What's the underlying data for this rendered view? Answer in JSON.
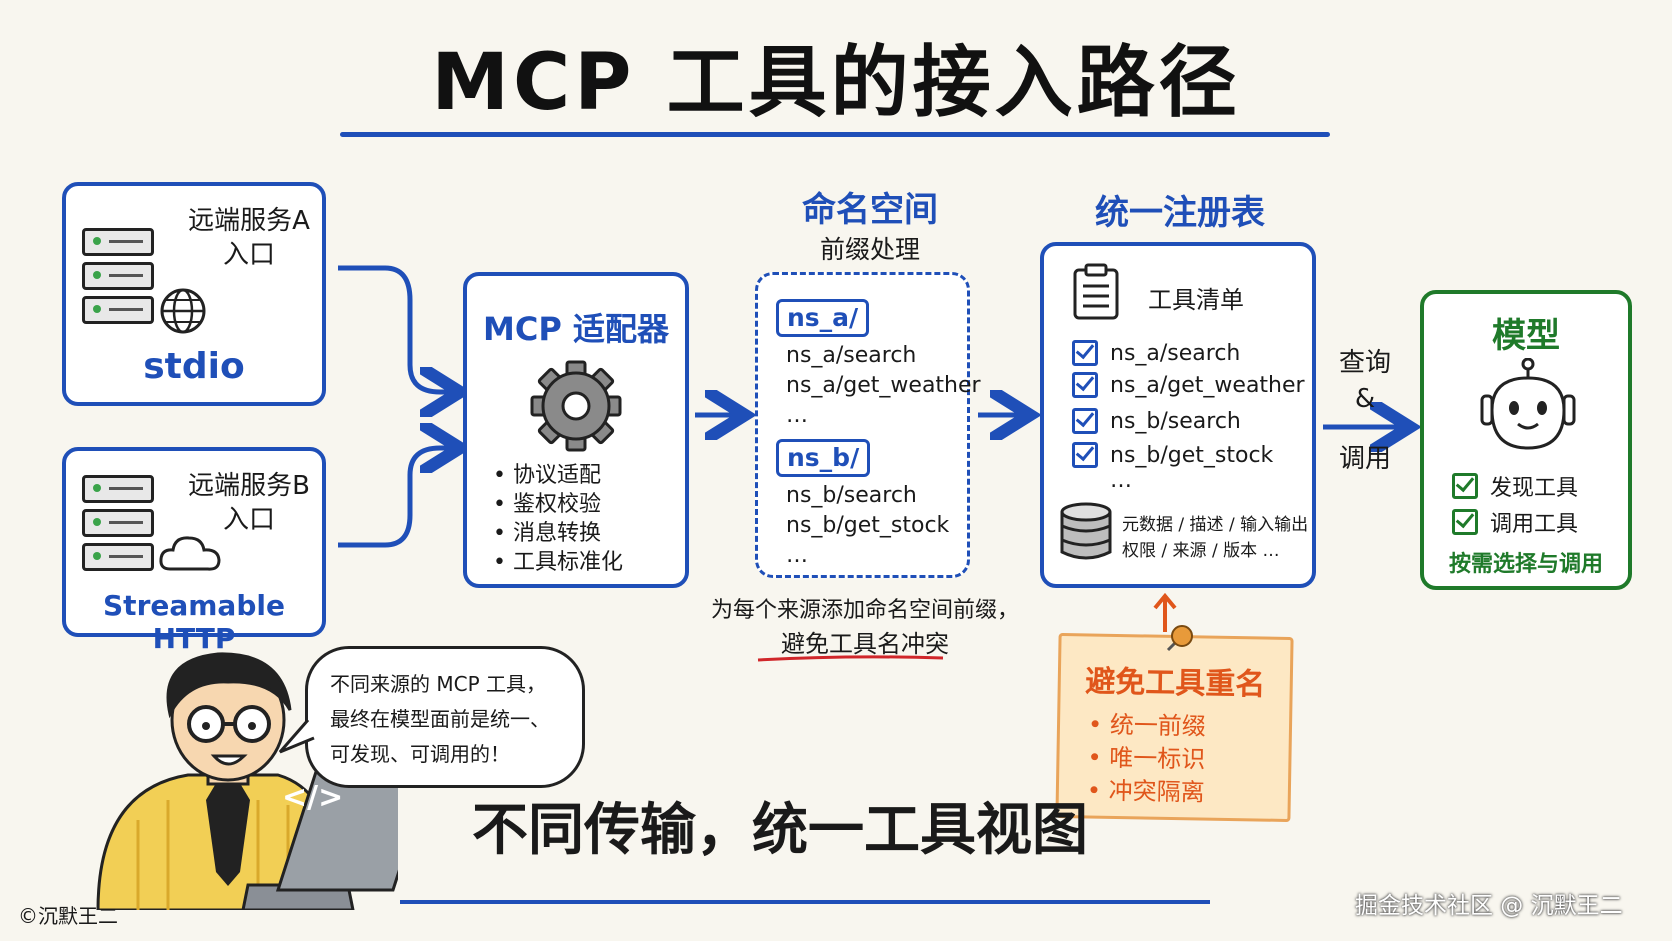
{
  "title": "MCP 工具的接入路径",
  "sources": [
    {
      "label": "远端服务A\n入口",
      "protocol": "stdio"
    },
    {
      "label": "远端服务B\n入口",
      "protocol": "Streamable HTTP"
    }
  ],
  "adapter": {
    "title": "MCP 适配器",
    "items": [
      "协议适配",
      "鉴权校验",
      "消息转换",
      "工具标准化"
    ]
  },
  "namespace": {
    "heading": "命名空间",
    "subheading": "前缀处理",
    "groups": [
      {
        "tag": "ns_a/",
        "tools": [
          "ns_a/search",
          "ns_a/get_weather",
          "…"
        ]
      },
      {
        "tag": "ns_b/",
        "tools": [
          "ns_b/search",
          "ns_b/get_stock",
          "…"
        ]
      }
    ],
    "caption_line1": "为每个来源添加命名空间前缀，",
    "caption_line2": "避免工具名冲突"
  },
  "registry": {
    "heading": "统一注册表",
    "list_title": "工具清单",
    "tools": [
      "ns_a/search",
      "ns_a/get_weather",
      "ns_b/search",
      "ns_b/get_stock"
    ],
    "ellipsis": "…",
    "meta_line1": "元数据 / 描述 / 输入输出",
    "meta_line2": "权限 / 来源 / 版本 …"
  },
  "arrow_label": {
    "top": "查询",
    "mid": "&",
    "bottom": "调用"
  },
  "model": {
    "title": "模型",
    "checks": [
      "发现工具",
      "调用工具"
    ],
    "footer": "按需选择与调用"
  },
  "note": {
    "title": "避免工具重名",
    "items": [
      "统一前缀",
      "唯一标识",
      "冲突隔离"
    ]
  },
  "speech": "不同来源的 MCP 工具，\n最终在模型面前是统一、\n可发现、可调用的！",
  "laptop_code": "</>",
  "bottom_text": "不同传输，统一工具视图",
  "copyright": "©沉默王二",
  "watermark": "掘金技术社区 @ 沉默王二",
  "colors": {
    "blue": "#1f4fb8",
    "green": "#1f7a2a",
    "orange": "#e0561b",
    "note": "#fde8c4"
  }
}
